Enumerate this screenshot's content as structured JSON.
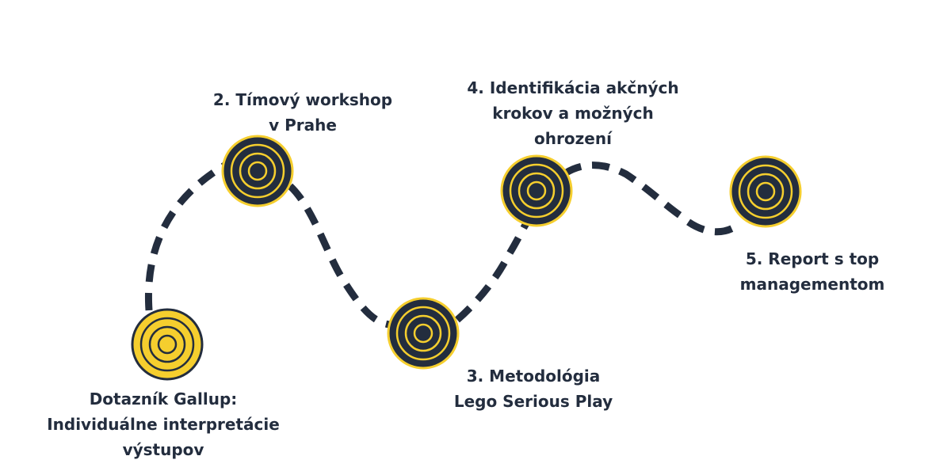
{
  "steps": [
    {
      "id": 1,
      "lines": [
        "Dotazník Gallup:",
        "Individuálne interpretácie",
        "výstupov"
      ],
      "state": "filled"
    },
    {
      "id": 2,
      "lines": [
        "2. Tímový workshop",
        "v Prahe"
      ],
      "state": "dark"
    },
    {
      "id": 3,
      "lines": [
        "3. Metodológia",
        "Lego Serious Play"
      ],
      "state": "dark"
    },
    {
      "id": 4,
      "lines": [
        "4. Identifikácia akčných",
        "krokov a možných",
        "ohrození"
      ],
      "state": "dark"
    },
    {
      "id": 5,
      "lines": [
        "5. Report s top",
        "managementom"
      ],
      "state": "dark"
    }
  ],
  "colors": {
    "dark": "#232d3e",
    "accent": "#f5ce2e",
    "background": "#ffffff"
  }
}
